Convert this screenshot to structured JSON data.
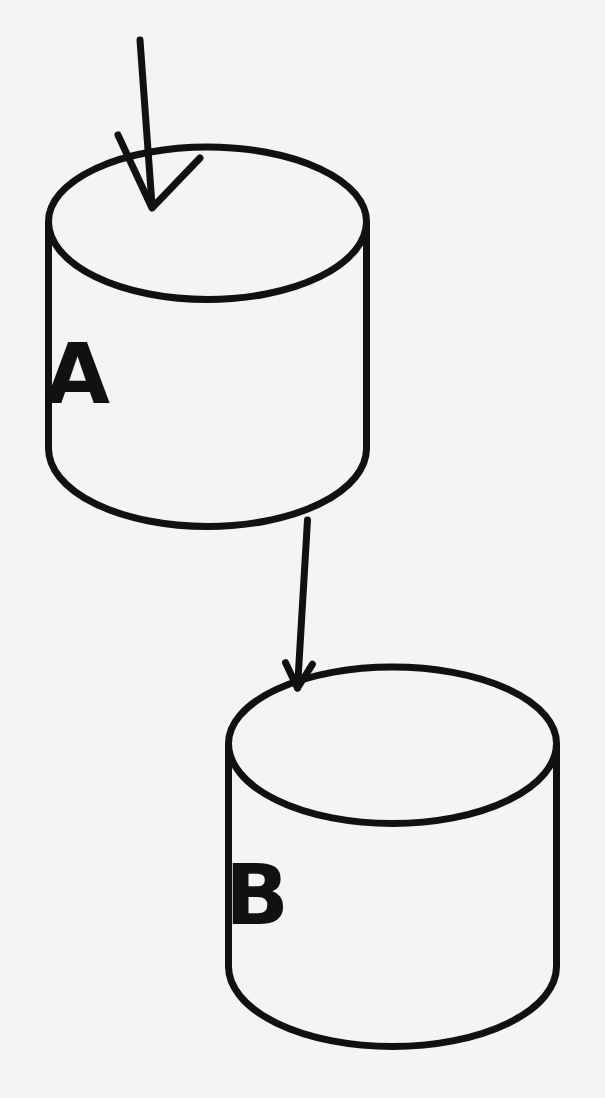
{
  "diagram": {
    "nodes": [
      {
        "text": [
          "A"
        ]
      },
      {
        "text": [
          "B"
        ]
      }
    ],
    "edges": [
      {
        "from": 0,
        "to": 1,
        "arrow": "to"
      }
    ]
  }
}
